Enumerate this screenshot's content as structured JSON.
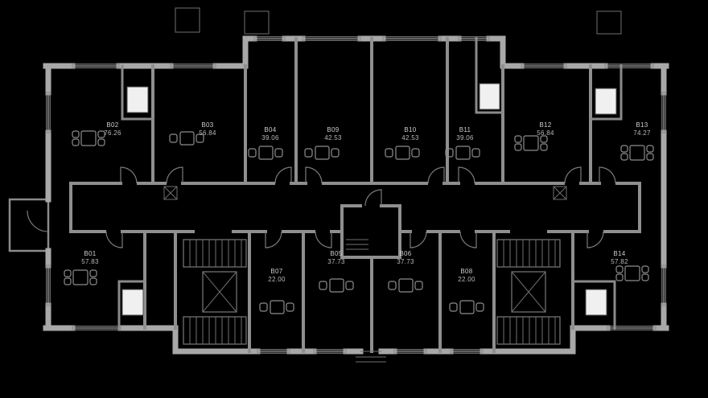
{
  "colors": {
    "background": "#000000",
    "exterior_wall": "#a8a8a8",
    "interior_wall": "#8f8f8f",
    "detail_line": "#7a7a7a",
    "label_text": "#cdcdcd",
    "fixture_fill": "#f0f0f0"
  },
  "units": [
    {
      "id": "B01",
      "area": "57.83"
    },
    {
      "id": "B02",
      "area": "76.26"
    },
    {
      "id": "B03",
      "area": "56.84"
    },
    {
      "id": "B04",
      "area": "39.06"
    },
    {
      "id": "B05",
      "area": "37.73"
    },
    {
      "id": "B06",
      "area": "37.73"
    },
    {
      "id": "B07",
      "area": "22.00"
    },
    {
      "id": "B08",
      "area": "22.00"
    },
    {
      "id": "B09",
      "area": "42.53"
    },
    {
      "id": "B10",
      "area": "42.53"
    },
    {
      "id": "B11",
      "area": "39.06"
    },
    {
      "id": "B12",
      "area": "56.84"
    },
    {
      "id": "B13",
      "area": "74.27"
    },
    {
      "id": "B14",
      "area": "57.82"
    }
  ]
}
